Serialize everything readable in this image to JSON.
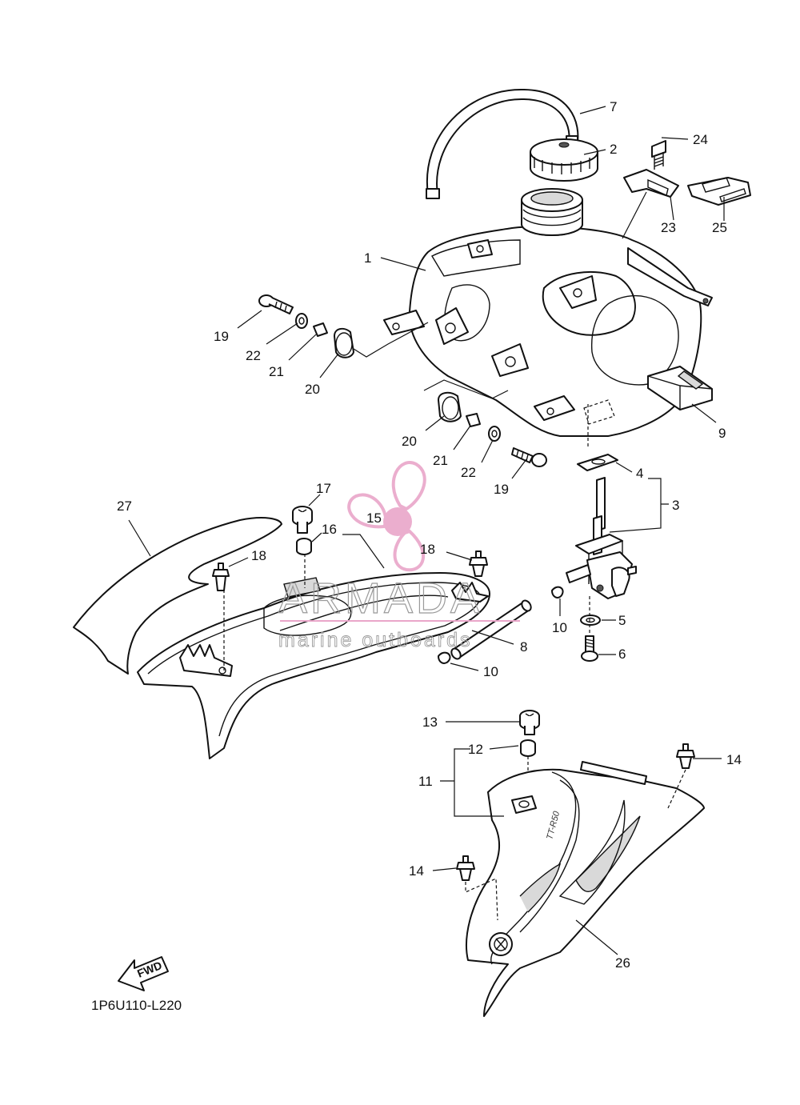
{
  "diagram": {
    "code": "1P6U110-L220",
    "fwd_label": "FWD",
    "decal_text": "TT-R50",
    "watermark": {
      "brand": "ARMADA",
      "tagline": "marine outboards",
      "color": "#e9a6c9"
    },
    "callouts": [
      {
        "id": "c1",
        "text": "1"
      },
      {
        "id": "c2",
        "text": "2"
      },
      {
        "id": "c3",
        "text": "3"
      },
      {
        "id": "c4",
        "text": "4"
      },
      {
        "id": "c5",
        "text": "5"
      },
      {
        "id": "c6",
        "text": "6"
      },
      {
        "id": "c7",
        "text": "7"
      },
      {
        "id": "c8",
        "text": "8"
      },
      {
        "id": "c9",
        "text": "9"
      },
      {
        "id": "c10a",
        "text": "10"
      },
      {
        "id": "c10b",
        "text": "10"
      },
      {
        "id": "c11",
        "text": "11"
      },
      {
        "id": "c12",
        "text": "12"
      },
      {
        "id": "c13",
        "text": "13"
      },
      {
        "id": "c14a",
        "text": "14"
      },
      {
        "id": "c14b",
        "text": "14"
      },
      {
        "id": "c15",
        "text": "15"
      },
      {
        "id": "c16",
        "text": "16"
      },
      {
        "id": "c17",
        "text": "17"
      },
      {
        "id": "c18a",
        "text": "18"
      },
      {
        "id": "c18b",
        "text": "18"
      },
      {
        "id": "c19a",
        "text": "19"
      },
      {
        "id": "c19b",
        "text": "19"
      },
      {
        "id": "c20a",
        "text": "20"
      },
      {
        "id": "c20b",
        "text": "20"
      },
      {
        "id": "c21a",
        "text": "21"
      },
      {
        "id": "c21b",
        "text": "21"
      },
      {
        "id": "c22a",
        "text": "22"
      },
      {
        "id": "c22b",
        "text": "22"
      },
      {
        "id": "c23",
        "text": "23"
      },
      {
        "id": "c24",
        "text": "24"
      },
      {
        "id": "c25",
        "text": "25"
      },
      {
        "id": "c26",
        "text": "26"
      },
      {
        "id": "c27",
        "text": "27"
      }
    ]
  }
}
